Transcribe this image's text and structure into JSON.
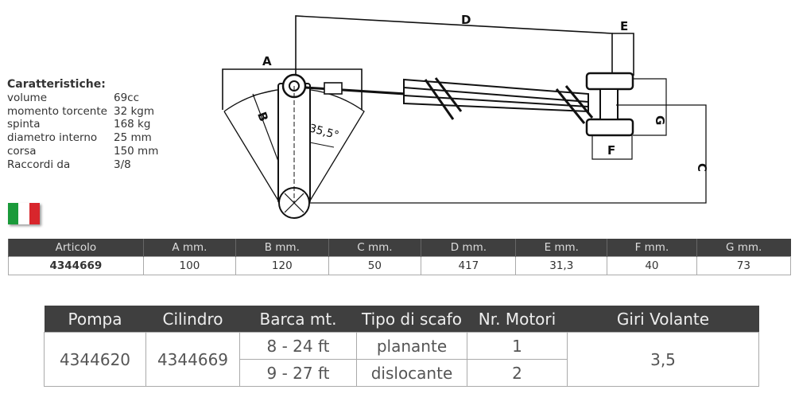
{
  "specs": {
    "title": "Caratteristiche:",
    "rows": [
      {
        "k": "volume",
        "v": "69cc"
      },
      {
        "k": "momento torcente",
        "v": "32 kgm"
      },
      {
        "k": "spinta",
        "v": "168 kg"
      },
      {
        "k": "diametro interno",
        "v": "25 mm"
      },
      {
        "k": "corsa",
        "v": "150 mm"
      },
      {
        "k": "Raccordi da",
        "v": "3/8"
      }
    ]
  },
  "flag_colors": [
    "#1a9a3a",
    "#ffffff",
    "#d8262c"
  ],
  "diagram": {
    "labels": {
      "A": "A",
      "B": "B",
      "C": "C",
      "D": "D",
      "E": "E",
      "F": "F",
      "G": "G",
      "angle": "35,5°"
    }
  },
  "table1": {
    "headers": [
      "Articolo",
      "A mm.",
      "B mm.",
      "C mm.",
      "D mm.",
      "E mm.",
      "F mm.",
      "G mm."
    ],
    "row": [
      "4344669",
      "100",
      "120",
      "50",
      "417",
      "31,3",
      "40",
      "73"
    ]
  },
  "table2": {
    "headers": [
      "Pompa",
      "Cilindro",
      "Barca mt.",
      "Tipo di scafo",
      "Nr. Motori",
      "Giri Volante"
    ],
    "pompa": "4344620",
    "cilindro": "4344669",
    "rows": [
      {
        "barca": "8 - 24 ft",
        "tipo": "planante",
        "motori": "1"
      },
      {
        "barca": "9 - 27 ft",
        "tipo": "dislocante",
        "motori": "2"
      }
    ],
    "giri": "3,5"
  }
}
